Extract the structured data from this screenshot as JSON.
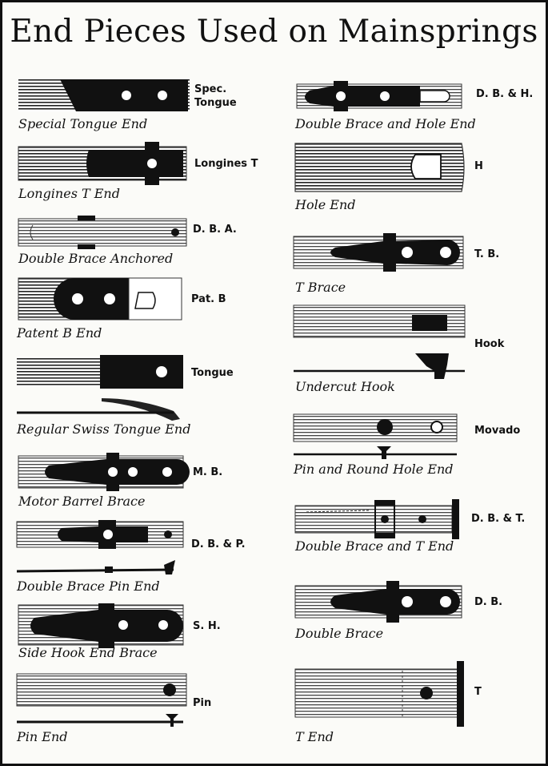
{
  "title": "End Pieces Used on Mainsprings",
  "items": [
    {
      "code": "Spec. Tongue",
      "caption": "Special Tongue End"
    },
    {
      "code": "Longines T",
      "caption": "Longines T End"
    },
    {
      "code": "D. B. A.",
      "caption": "Double Brace Anchored"
    },
    {
      "code": "Pat. B",
      "caption": "Patent B End"
    },
    {
      "code": "Tongue",
      "caption": "Regular Swiss Tongue End"
    },
    {
      "code": "M. B.",
      "caption": "Motor Barrel Brace"
    },
    {
      "code": "D. B. & P.",
      "caption": "Double Brace Pin End"
    },
    {
      "code": "S. H.",
      "caption": "Side Hook End Brace"
    },
    {
      "code": "Pin",
      "caption": "Pin End"
    },
    {
      "code": "D. B. & H.",
      "caption": "Double Brace and Hole End"
    },
    {
      "code": "H",
      "caption": "Hole End"
    },
    {
      "code": "T. B.",
      "caption": "T Brace"
    },
    {
      "code": "Hook",
      "caption": "Undercut Hook"
    },
    {
      "code": "Movado",
      "caption": "Pin and Round Hole End"
    },
    {
      "code": "D. B. & T.",
      "caption": "Double Brace and T End"
    },
    {
      "code": "D. B.",
      "caption": "Double Brace"
    },
    {
      "code": "T",
      "caption": "T End"
    }
  ]
}
